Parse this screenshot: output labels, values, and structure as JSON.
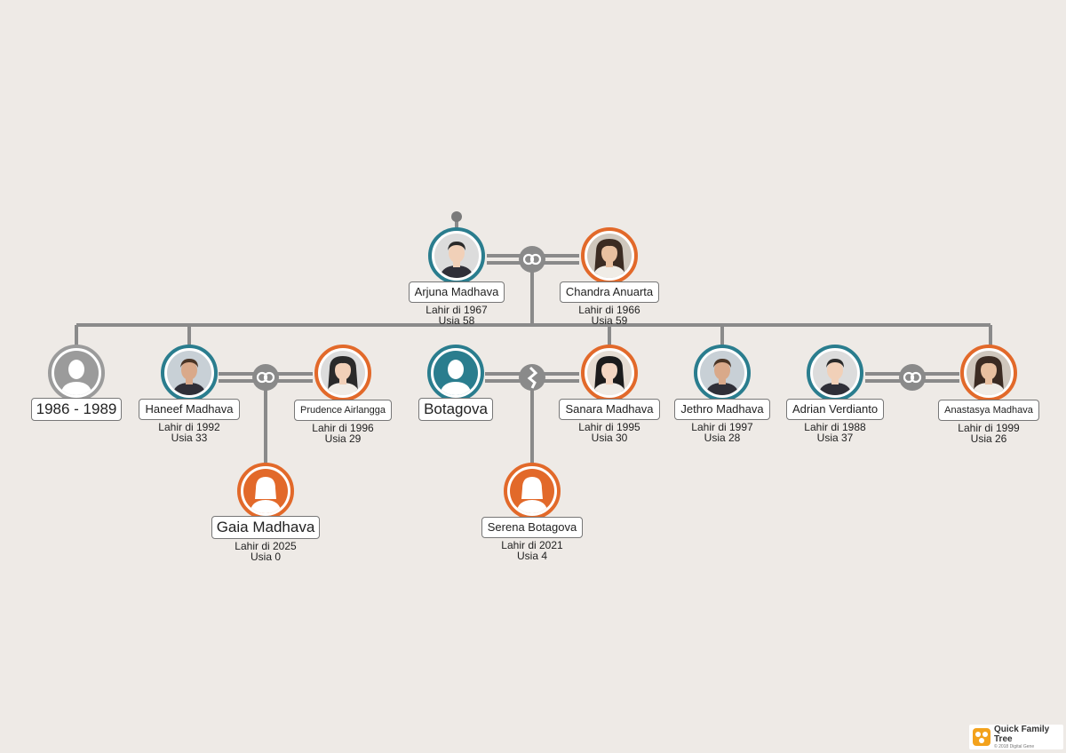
{
  "people": [
    {
      "id": "arjuna",
      "name": "Arjuna  Madhava",
      "born": "Lahir di 1967",
      "age": "Usia 58",
      "gender": "m",
      "photo": true
    },
    {
      "id": "chandra",
      "name": "Chandra  Anuarta",
      "born": "Lahir di 1966",
      "age": "Usia 59",
      "gender": "f",
      "photo": true
    },
    {
      "id": "unknown",
      "name": "1986 - 1989",
      "born": "",
      "age": "",
      "gender": "u",
      "photo": false
    },
    {
      "id": "haneef",
      "name": "Haneef Madhava",
      "born": "Lahir di 1992",
      "age": "Usia 33",
      "gender": "m",
      "photo": true
    },
    {
      "id": "prudence",
      "name": "Prudence Airlangga",
      "born": "Lahir di 1996",
      "age": "Usia 29",
      "gender": "f",
      "photo": true
    },
    {
      "id": "botagova",
      "name": "Botagova",
      "born": "",
      "age": "",
      "gender": "m",
      "photo": false
    },
    {
      "id": "sanara",
      "name": "Sanara Madhava",
      "born": "Lahir di 1995",
      "age": "Usia 30",
      "gender": "f",
      "photo": true
    },
    {
      "id": "jethro",
      "name": "Jethro Madhava",
      "born": "Lahir di 1997",
      "age": "Usia 28",
      "gender": "m",
      "photo": true
    },
    {
      "id": "adrian",
      "name": "Adrian Verdianto",
      "born": "Lahir di 1988",
      "age": "Usia 37",
      "gender": "m",
      "photo": true
    },
    {
      "id": "anastasya",
      "name": "Anastasya  Madhava",
      "born": "Lahir di 1999",
      "age": "Usia 26",
      "gender": "f",
      "photo": true
    },
    {
      "id": "gaia",
      "name": "Gaia Madhava",
      "born": "Lahir di 2025",
      "age": "Usia 0",
      "gender": "f",
      "photo": false
    },
    {
      "id": "serena",
      "name": "Serena Botagova",
      "born": "Lahir di 2021",
      "age": "Usia 4",
      "gender": "f",
      "photo": false
    }
  ],
  "relationships": [
    {
      "a": "arjuna",
      "b": "chandra",
      "status": "married"
    },
    {
      "a": "haneef",
      "b": "prudence",
      "status": "married"
    },
    {
      "a": "botagova",
      "b": "sanara",
      "status": "divorced"
    },
    {
      "a": "adrian",
      "b": "anastasya",
      "status": "married"
    }
  ],
  "colors": {
    "male": "#2a7d8e",
    "female": "#e2692a",
    "unknown": "#9b9b9b",
    "line": "#8a8a8a",
    "background": "#eeeae6"
  },
  "logo": {
    "title": "Quick Family Tree",
    "subtitle": "© 2018 Digital Gene"
  }
}
